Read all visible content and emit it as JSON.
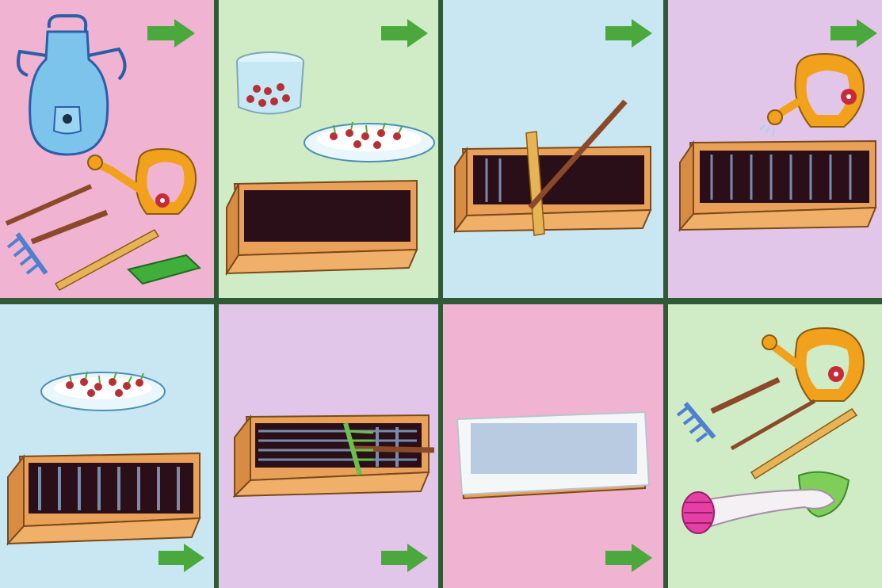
{
  "colors": {
    "panel_pink": "#f0b3d2",
    "panel_green": "#cfecc6",
    "panel_blue": "#c9e7f3",
    "panel_lilac": "#e2c6ea",
    "frame_green": "#2f5a35",
    "arrow_green": "#4aa83c",
    "box_wood": "#e9a15a",
    "soil": "#2a0f19",
    "can_orange": "#f2a11c"
  },
  "panels": [
    {
      "step": 1,
      "background": "panel_pink",
      "arrow": "top-right",
      "icons": [
        "apron-icon",
        "watering-can-icon",
        "stick-icon",
        "rake-icon",
        "ruler-icon",
        "cloth-icon"
      ]
    },
    {
      "step": 2,
      "background": "panel_green",
      "arrow": "top-right",
      "icons": [
        "glass-jar-seeds-icon",
        "plate-sprouted-seeds-icon",
        "planter-box-icon"
      ]
    },
    {
      "step": 3,
      "background": "panel_blue",
      "arrow": "top-right",
      "icons": [
        "planter-box-icon",
        "ruler-icon",
        "stick-icon"
      ]
    },
    {
      "step": 4,
      "background": "panel_lilac",
      "arrow": "top-right",
      "icons": [
        "watering-can-icon",
        "planter-box-icon"
      ]
    },
    {
      "step": 5,
      "background": "panel_blue",
      "arrow": "bottom-right",
      "icons": [
        "plate-sprouted-seeds-icon",
        "planter-box-icon"
      ]
    },
    {
      "step": 6,
      "background": "panel_lilac",
      "arrow": "bottom-right",
      "icons": [
        "planter-box-icon",
        "rake-icon"
      ]
    },
    {
      "step": 7,
      "background": "panel_pink",
      "arrow": "bottom-right",
      "icons": [
        "covered-planter-box-icon"
      ]
    },
    {
      "step": 8,
      "background": "panel_green",
      "arrow": "none",
      "icons": [
        "watering-can-icon",
        "rake-icon",
        "stick-icon",
        "ruler-icon",
        "hand-wiping-icon"
      ]
    }
  ]
}
